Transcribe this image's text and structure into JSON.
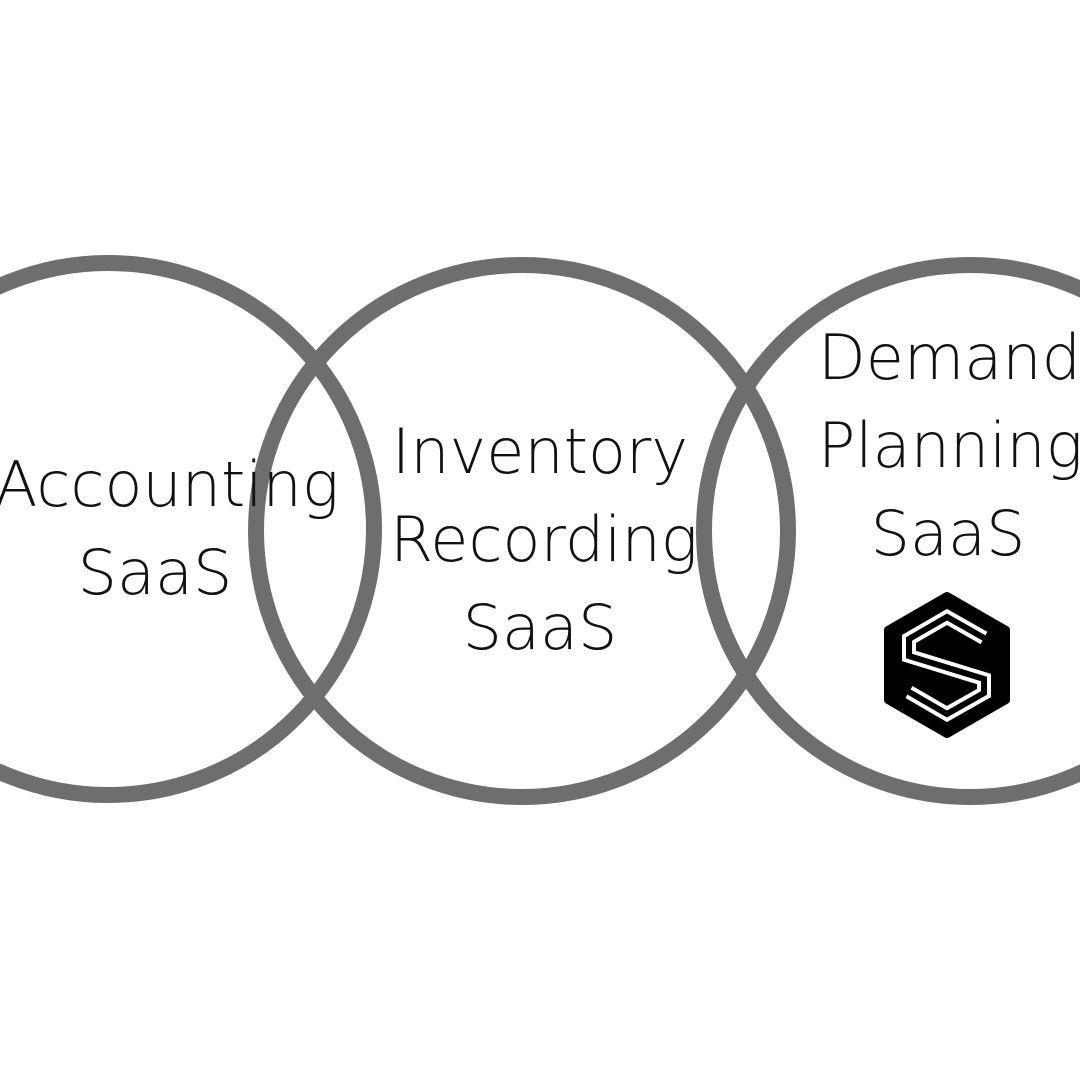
{
  "colors": {
    "background": "#ffffff",
    "ring": "#6e6e6e",
    "text": "#111111",
    "logo": "#000000"
  },
  "circles": [
    {
      "id": "accounting",
      "lines": [
        "Accounting",
        "SaaS"
      ]
    },
    {
      "id": "inventory",
      "lines": [
        "Inventory",
        "Recording",
        "SaaS"
      ]
    },
    {
      "id": "demand",
      "lines": [
        "Demand",
        "Planning",
        "SaaS"
      ]
    }
  ],
  "logo": {
    "icon": "hexagon-s-logo-icon",
    "letter": "S"
  }
}
